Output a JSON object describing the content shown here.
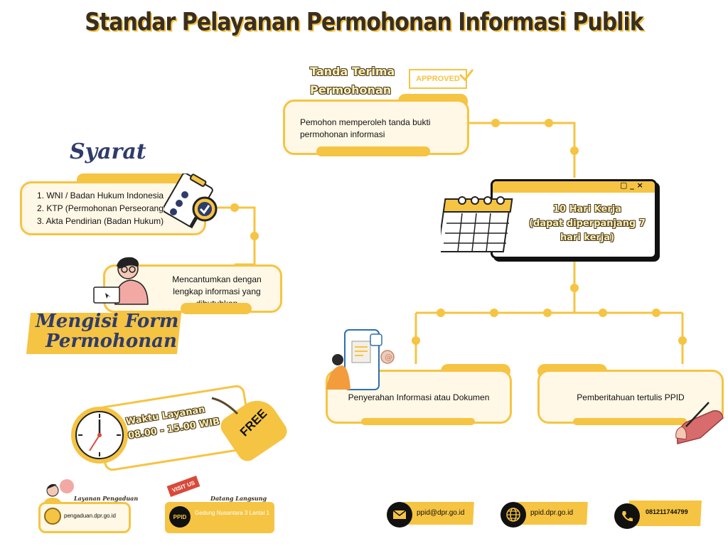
{
  "title": "Standar Pelayanan Permohonan Informasi Publik",
  "tanda_terima": {
    "heading_line1": "Tanda Terima",
    "heading_line2": "Permohonan",
    "stamp": "APPROVED",
    "text": "Pemohon memperoleh tanda bukti permohonan informasi"
  },
  "syarat": {
    "heading": "Syarat",
    "items": [
      "1. WNI / Badan Hukum Indonesia",
      "2. KTP (Permohonan Perseorangan)",
      "3. Akta Pendirian (Badan Hukum)"
    ]
  },
  "form": {
    "text": "Mencantumkan dengan lengkap informasi yang dibutuhkan",
    "heading_line1": "Mengisi Form",
    "heading_line2": "Permohonan"
  },
  "hari_kerja": {
    "controls": "▢ _ ×",
    "line1": "10 Hari Kerja",
    "line2": "(dapat diperpanjang 7 hari kerja)"
  },
  "outcomes": {
    "left": "Penyerahan Informasi atau Dokumen",
    "right": "Pemberitahuan tertulis PPID"
  },
  "waktu": {
    "label": "Waktu Layanan",
    "hours": "08.00 - 15.00 WIB",
    "tag": "FREE"
  },
  "layanan_pengaduan": {
    "label": "Layanan Pengaduan",
    "value": "pengaduan.dpr.go.id"
  },
  "datang": {
    "badge": "VISIT US",
    "label": "Datang Langsung",
    "logo_text": "PPID",
    "address": "Gedung Nusantara 3 Lantai 1"
  },
  "contacts": {
    "email": "ppid@dpr.go.id",
    "web": "ppid.dpr.go.id",
    "phone": "081211744799"
  },
  "icons": {
    "email": "mail-icon",
    "web": "globe-icon",
    "phone": "phone-icon"
  },
  "colors": {
    "accent": "#f6c443",
    "card_bg": "#fff8e6",
    "title_text": "#3a2f1f"
  }
}
